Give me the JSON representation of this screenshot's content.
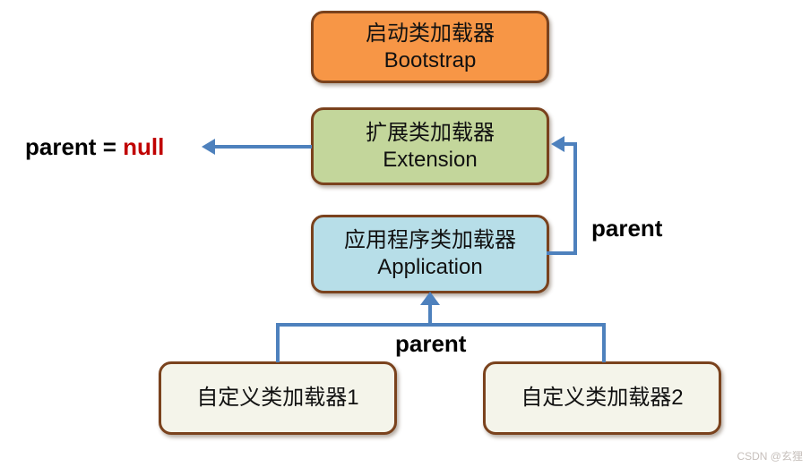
{
  "nodes": {
    "bootstrap": {
      "title": "启动类加载器",
      "subtitle": "Bootstrap",
      "fill": "#F79646"
    },
    "extension": {
      "title": "扩展类加载器",
      "subtitle": "Extension",
      "fill": "#C3D69B"
    },
    "application": {
      "title": "应用程序类加载器",
      "subtitle": "Application",
      "fill": "#B7DEE8"
    },
    "custom1": {
      "title": "自定义类加载器1",
      "fill": "#F4F4EA"
    },
    "custom2": {
      "title": "自定义类加载器2",
      "fill": "#F4F4EA"
    }
  },
  "labels": {
    "parent_null": {
      "parent": "parent",
      "equals": " = ",
      "value": "null",
      "value_color": "#C00000"
    },
    "parent_upper": "parent",
    "parent_lower": "parent"
  },
  "colors": {
    "box_border": "#7A421D",
    "arrow": "#4E81BD",
    "background": "#FFFFFF",
    "text": "#111111"
  },
  "watermark": "CSDN @玄狸"
}
